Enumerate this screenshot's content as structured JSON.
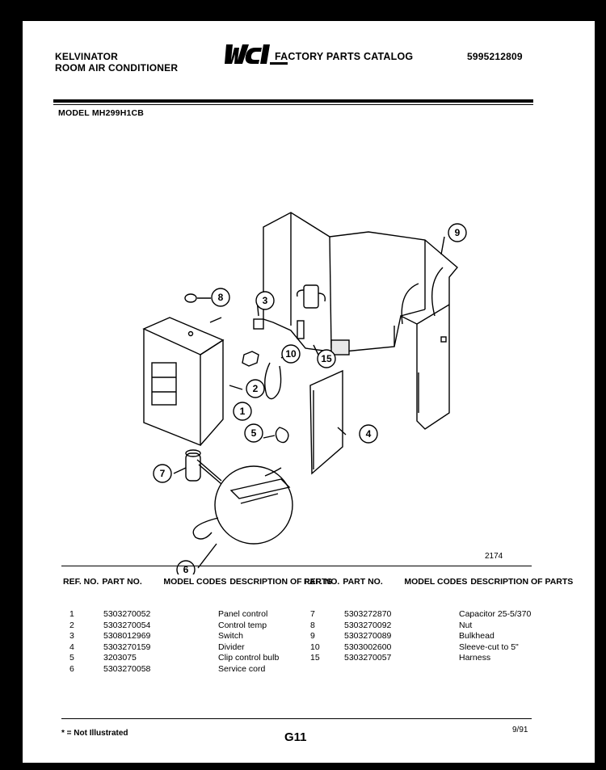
{
  "header": {
    "brand": "KELVINATOR",
    "product": "ROOM AIR CONDITIONER",
    "logo": "WCI",
    "catalog_title": "FACTORY PARTS CATALOG",
    "catalog_number": "5995212809",
    "model": "MODEL MH299H1CB"
  },
  "diagram": {
    "callouts": [
      "1",
      "2",
      "3",
      "4",
      "5",
      "6",
      "7",
      "8",
      "9",
      "10",
      "15"
    ],
    "figure_number": "2174"
  },
  "table": {
    "columns": [
      "REF. NO.",
      "PART NO.",
      "MODEL CODES",
      "DESCRIPTION OF PARTS"
    ],
    "left_rows": [
      {
        "ref": "1",
        "part": "5303270052",
        "codes": "",
        "desc": "Panel control"
      },
      {
        "ref": "2",
        "part": "5303270054",
        "codes": "",
        "desc": "Control temp"
      },
      {
        "ref": "3",
        "part": "5308012969",
        "codes": "",
        "desc": "Switch"
      },
      {
        "ref": "4",
        "part": "5303270159",
        "codes": "",
        "desc": "Divider"
      },
      {
        "ref": "5",
        "part": "3203075",
        "codes": "",
        "desc": "Clip control bulb"
      },
      {
        "ref": "6",
        "part": "5303270058",
        "codes": "",
        "desc": "Service cord"
      }
    ],
    "right_rows": [
      {
        "ref": "7",
        "part": "5303272870",
        "codes": "",
        "desc": "Capacitor 25-5/370"
      },
      {
        "ref": "8",
        "part": "5303270092",
        "codes": "",
        "desc": "Nut"
      },
      {
        "ref": "9",
        "part": "5303270089",
        "codes": "",
        "desc": "Bulkhead"
      },
      {
        "ref": "10",
        "part": "5303002600",
        "codes": "",
        "desc": "Sleeve-cut to 5\""
      },
      {
        "ref": "15",
        "part": "5303270057",
        "codes": "",
        "desc": "Harness"
      }
    ]
  },
  "footer": {
    "note": "* = Not Illustrated",
    "page": "G11",
    "date": "9/91"
  }
}
